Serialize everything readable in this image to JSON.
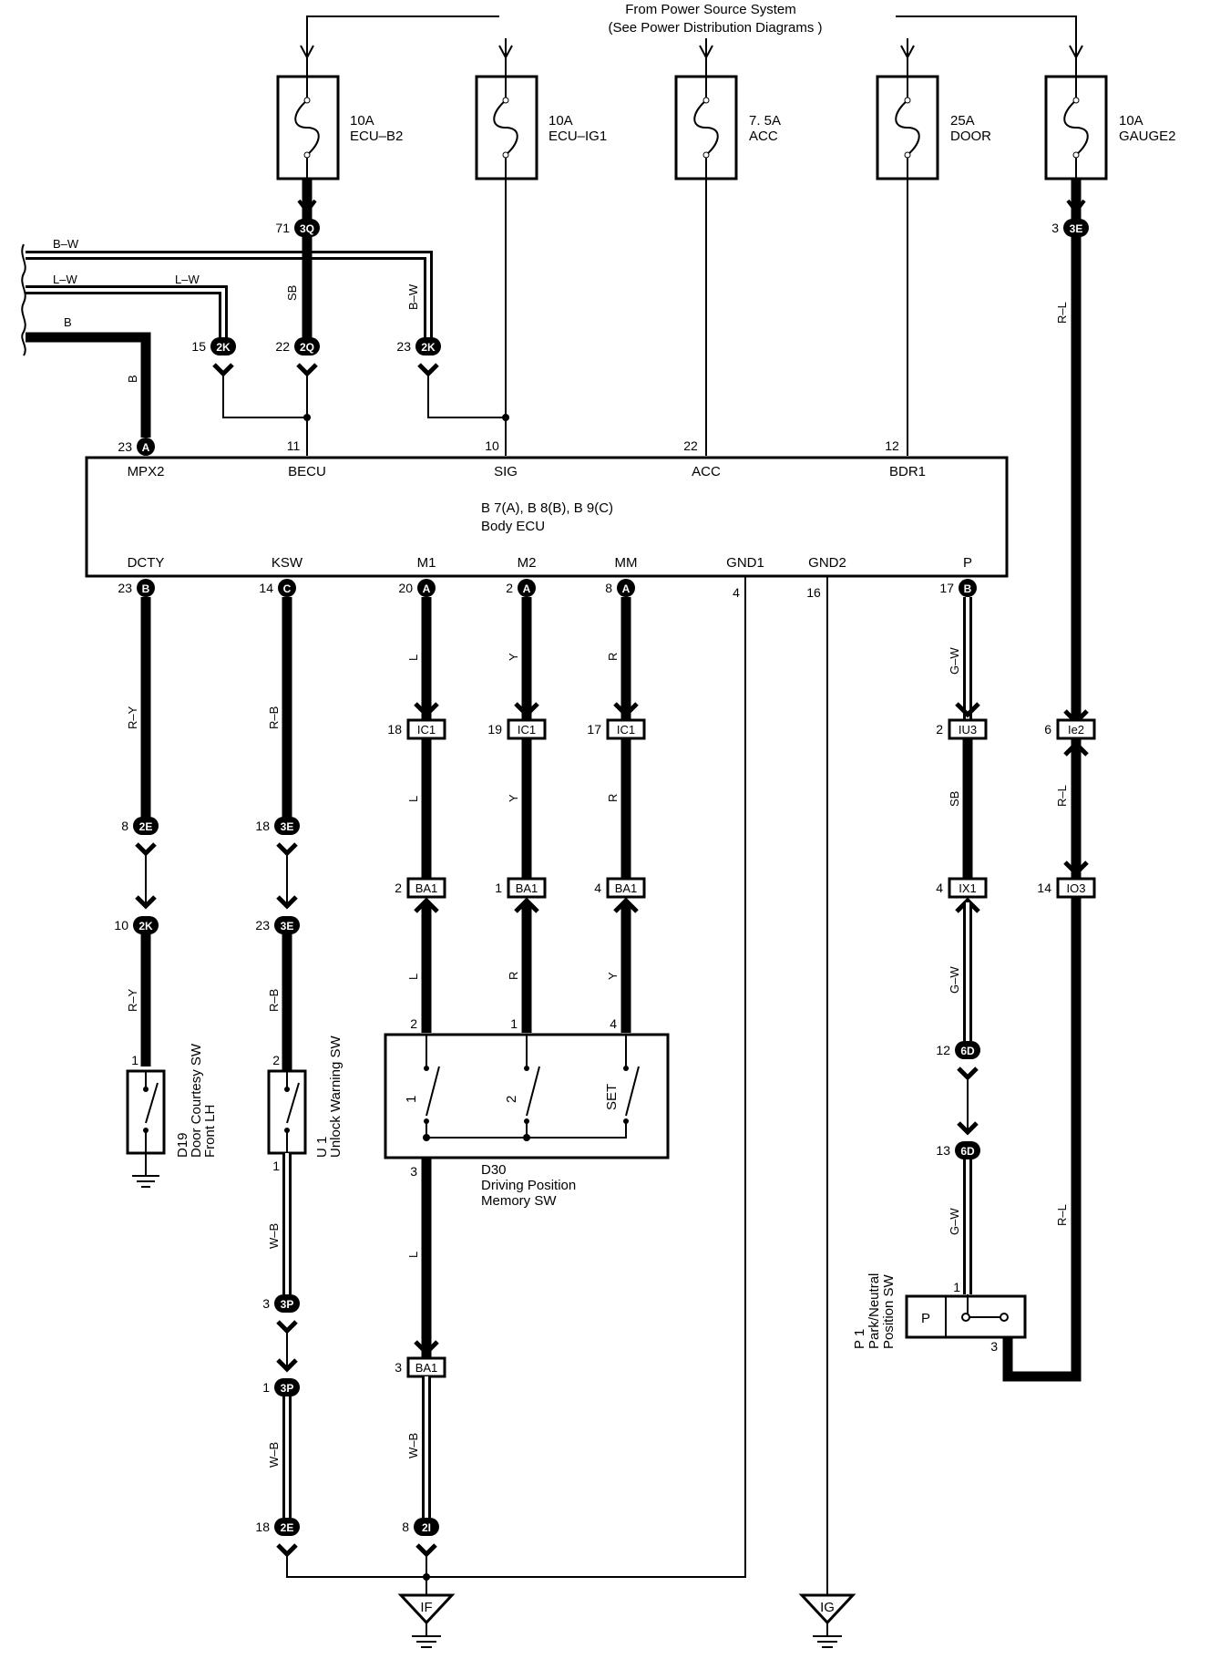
{
  "power_source": {
    "line1": "From Power Source System",
    "line2": "(See Power Distribution Diagrams )"
  },
  "fuses": [
    {
      "amp": "10A",
      "name": "ECU–B2"
    },
    {
      "amp": "10A",
      "name": "ECU–IG1"
    },
    {
      "amp": "7. 5A",
      "name": "ACC"
    },
    {
      "amp": "25A",
      "name": "DOOR"
    },
    {
      "amp": "10A",
      "name": "GAUGE2"
    }
  ],
  "ecu": {
    "title_line1": "B 7(A), B 8(B), B 9(C)",
    "title_line2": "Body ECU",
    "top_pins": [
      {
        "num": "23",
        "conn": "A",
        "name": "MPX2"
      },
      {
        "num": "11",
        "name": "BECU"
      },
      {
        "num": "10",
        "name": "SIG"
      },
      {
        "num": "22",
        "name": "ACC"
      },
      {
        "num": "12",
        "name": "BDR1"
      }
    ],
    "bottom_pins": [
      {
        "num": "23",
        "conn": "B",
        "name": "DCTY"
      },
      {
        "num": "14",
        "conn": "C",
        "name": "KSW"
      },
      {
        "num": "20",
        "conn": "A",
        "name": "M1"
      },
      {
        "num": "2",
        "conn": "A",
        "name": "M2"
      },
      {
        "num": "8",
        "conn": "A",
        "name": "MM"
      },
      {
        "num": "4",
        "name": "GND1"
      },
      {
        "num": "16",
        "name": "GND2"
      },
      {
        "num": "17",
        "conn": "B",
        "name": "P"
      }
    ]
  },
  "wire_colors": {
    "bw": "B–W",
    "lw": "L–W",
    "b": "B",
    "sb": "SB",
    "ry": "R–Y",
    "rb": "R–B",
    "l": "L",
    "y": "Y",
    "r": "R",
    "gw": "G–W",
    "rl": "R–L",
    "wb": "W–B"
  },
  "connectors": {
    "c3q": {
      "num": "71",
      "tag": "3Q"
    },
    "c3e_top": {
      "num": "3",
      "tag": "3E"
    },
    "c2k_15": {
      "num": "15",
      "tag": "2K"
    },
    "c2q": {
      "num": "22",
      "tag": "2Q"
    },
    "c2k_23": {
      "num": "23",
      "tag": "2K"
    },
    "ic1_18": {
      "num": "18",
      "tag": "IC1"
    },
    "ic1_19": {
      "num": "19",
      "tag": "IC1"
    },
    "ic1_17": {
      "num": "17",
      "tag": "IC1"
    },
    "iu3": {
      "num": "2",
      "tag": "IU3"
    },
    "ie2": {
      "num": "6",
      "tag": "Ie2"
    },
    "c2e_8": {
      "num": "8",
      "tag": "2E"
    },
    "c3e_18": {
      "num": "18",
      "tag": "3E"
    },
    "ba1_2": {
      "num": "2",
      "tag": "BA1"
    },
    "ba1_1": {
      "num": "1",
      "tag": "BA1"
    },
    "ba1_4": {
      "num": "4",
      "tag": "BA1"
    },
    "ix1": {
      "num": "4",
      "tag": "IX1"
    },
    "io3": {
      "num": "14",
      "tag": "IO3"
    },
    "c2k_10": {
      "num": "10",
      "tag": "2K"
    },
    "c3e_23": {
      "num": "23",
      "tag": "3E"
    },
    "c6d_12": {
      "num": "12",
      "tag": "6D"
    },
    "c6d_13": {
      "num": "13",
      "tag": "6D"
    },
    "c3p_3": {
      "num": "3",
      "tag": "3P"
    },
    "c3p_1": {
      "num": "1",
      "tag": "3P"
    },
    "ba1_3": {
      "num": "3",
      "tag": "BA1"
    },
    "c2e_18": {
      "num": "18",
      "tag": "2E"
    },
    "c2i_8": {
      "num": "8",
      "tag": "2I"
    }
  },
  "components": {
    "d19": {
      "id": "D19",
      "line1": "Door Courtesy SW",
      "line2": "Front LH",
      "pin": "1"
    },
    "u1": {
      "id": "U 1",
      "line1": "Unlock Warning SW",
      "pin_top": "2",
      "pin_bottom": "1"
    },
    "d30": {
      "id": "D30",
      "line1": "Driving Position",
      "line2": "Memory SW",
      "sw1": "1",
      "sw2": "2",
      "sw3": "SET",
      "pin_a": "2",
      "pin_b": "1",
      "pin_c": "4",
      "pin_bottom": "3"
    },
    "p1": {
      "id": "P 1",
      "line1": "Park/Neutral",
      "line2": "Position SW",
      "label": "P",
      "pin_top": "1",
      "pin_bottom": "3"
    }
  },
  "grounds": {
    "if": "IF",
    "ig": "IG"
  }
}
